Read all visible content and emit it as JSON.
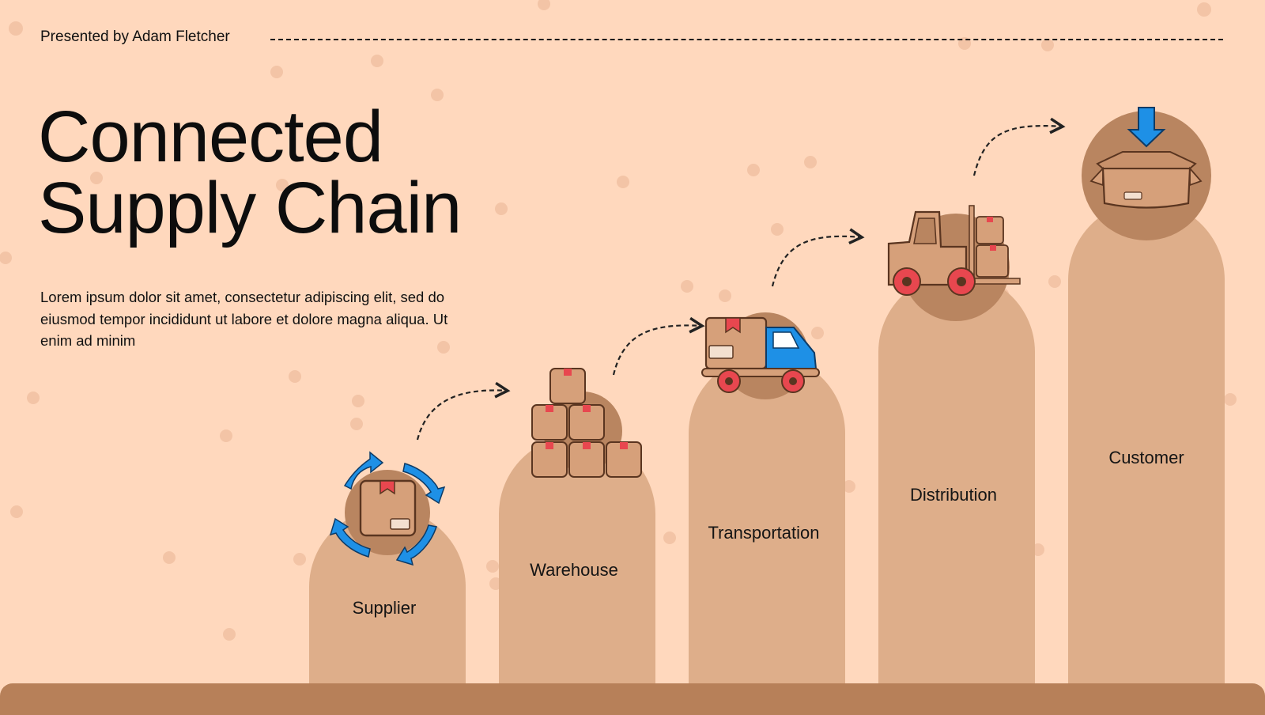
{
  "header": {
    "presenter": "Presented by Adam Fletcher"
  },
  "title": {
    "line1": "Connected",
    "line2": "Supply Chain"
  },
  "description": "Lorem ipsum dolor sit amet, consectetur adipiscing elit, sed do eiusmod tempor incididunt ut labore et dolore magna aliqua. Ut enim ad minim",
  "steps": [
    {
      "label": "Supplier",
      "icon": "cycle-box-icon"
    },
    {
      "label": "Warehouse",
      "icon": "stacked-boxes-icon"
    },
    {
      "label": "Transportation",
      "icon": "delivery-truck-icon"
    },
    {
      "label": "Distribution",
      "icon": "forklift-icon"
    },
    {
      "label": "Customer",
      "icon": "open-box-icon"
    }
  ],
  "colors": {
    "background": "#FFD8BD",
    "pillar": "#DEAE8A",
    "icon_circle": "#B98560",
    "ground": "#B78059",
    "accent_blue": "#1E90E6",
    "accent_red": "#E8474F"
  }
}
